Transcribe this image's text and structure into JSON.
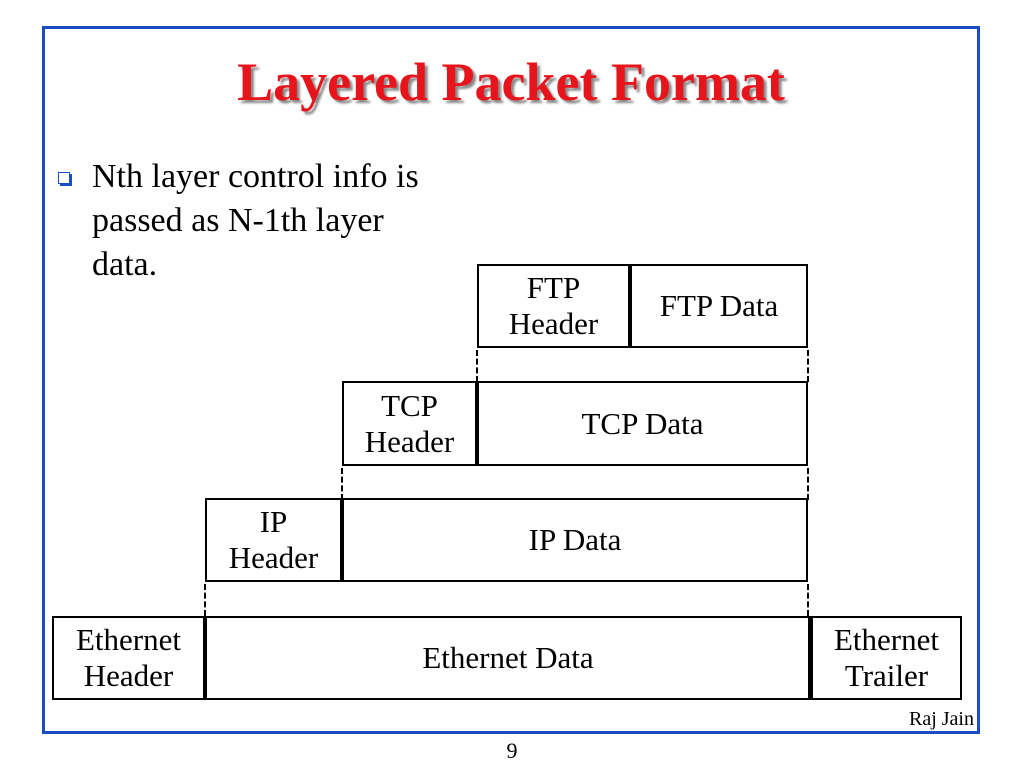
{
  "slide": {
    "title": "Layered Packet Format",
    "bullet": "Nth layer control info is\npassed as N-1th layer\ndata.",
    "author": "Raj Jain",
    "page_number": "9"
  },
  "diagram": {
    "ftp": {
      "header": "FTP\nHeader",
      "data": "FTP Data"
    },
    "tcp": {
      "header": "TCP\nHeader",
      "data": "TCP Data"
    },
    "ip": {
      "header": "IP\nHeader",
      "data": "IP Data"
    },
    "ethernet": {
      "header": "Ethernet\nHeader",
      "data": "Ethernet Data",
      "trailer": "Ethernet\nTrailer"
    }
  },
  "colors": {
    "title": "#e8141b",
    "frame": "#1a4fc4",
    "bullet": "#1a4fc4"
  }
}
